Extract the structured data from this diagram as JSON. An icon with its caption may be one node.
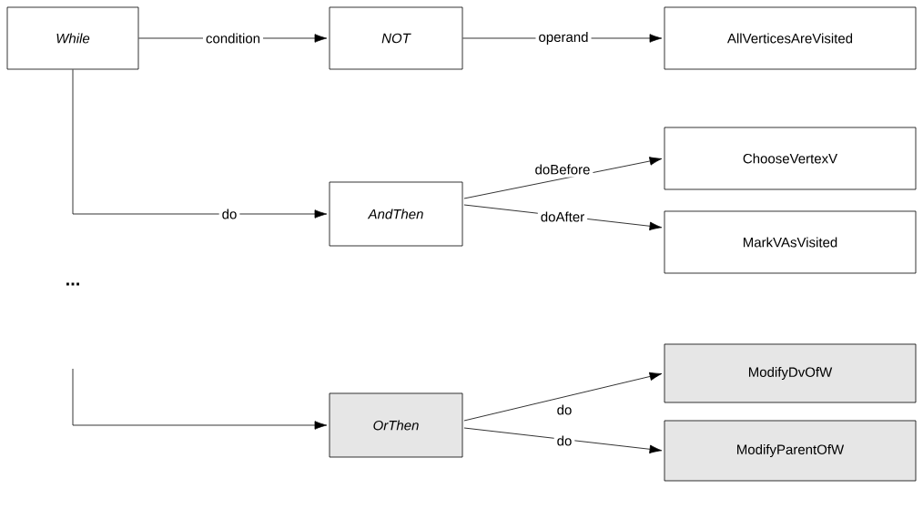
{
  "diagram": {
    "nodes": [
      {
        "text": [
          "While"
        ]
      },
      {
        "text": [
          "NOT"
        ]
      },
      {
        "text": [
          "AllVerticesAreVisited"
        ]
      },
      {
        "text": [
          "AndThen"
        ]
      },
      {
        "text": [
          "ChooseVertexV"
        ]
      },
      {
        "text": [
          "MarkVAsVisited"
        ]
      },
      {
        "text": [
          "OrThen"
        ]
      },
      {
        "text": [
          "ModifyDvOfW"
        ]
      },
      {
        "text": [
          "ModifyParentOfW"
        ]
      }
    ],
    "edges": [
      {
        "from": 0,
        "to": 1,
        "arrow": "to",
        "label": "condition"
      },
      {
        "from": 1,
        "to": 2,
        "arrow": "to",
        "label": "operand"
      },
      {
        "from": 0,
        "to": 3,
        "arrow": "to",
        "label": "do"
      },
      {
        "from": null,
        "to": 6,
        "arrow": "to"
      },
      {
        "from": 3,
        "to": 4,
        "arrow": "to",
        "label": "doBefore"
      },
      {
        "from": 3,
        "to": 5,
        "arrow": "to",
        "label": "doAfter"
      },
      {
        "from": 6,
        "to": 7,
        "arrow": "to",
        "label": "do"
      },
      {
        "from": 6,
        "to": 8,
        "arrow": "to",
        "label": "do"
      }
    ],
    "labels": [
      "..."
    ]
  }
}
